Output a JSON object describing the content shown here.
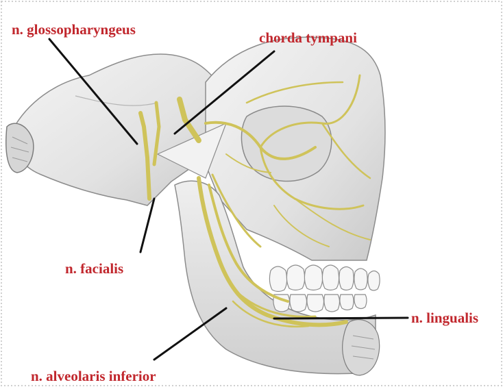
{
  "colors": {
    "label": "#c1272d",
    "leader": "#111111",
    "nerve": "#cfc35a",
    "nerve_dark": "#9a8f2c",
    "bone": "#e9e9e9",
    "bone_shadow": "#a9a9a9",
    "teeth": "#f6f6f6"
  },
  "labels": {
    "glossopharyngeus": "n. glossopharyngeus",
    "chorda_tympani": "chorda tympani",
    "facialis": "n. facialis",
    "lingualis": "n. lingualis",
    "alveolaris_inferior": "n. alveolaris inferior"
  }
}
